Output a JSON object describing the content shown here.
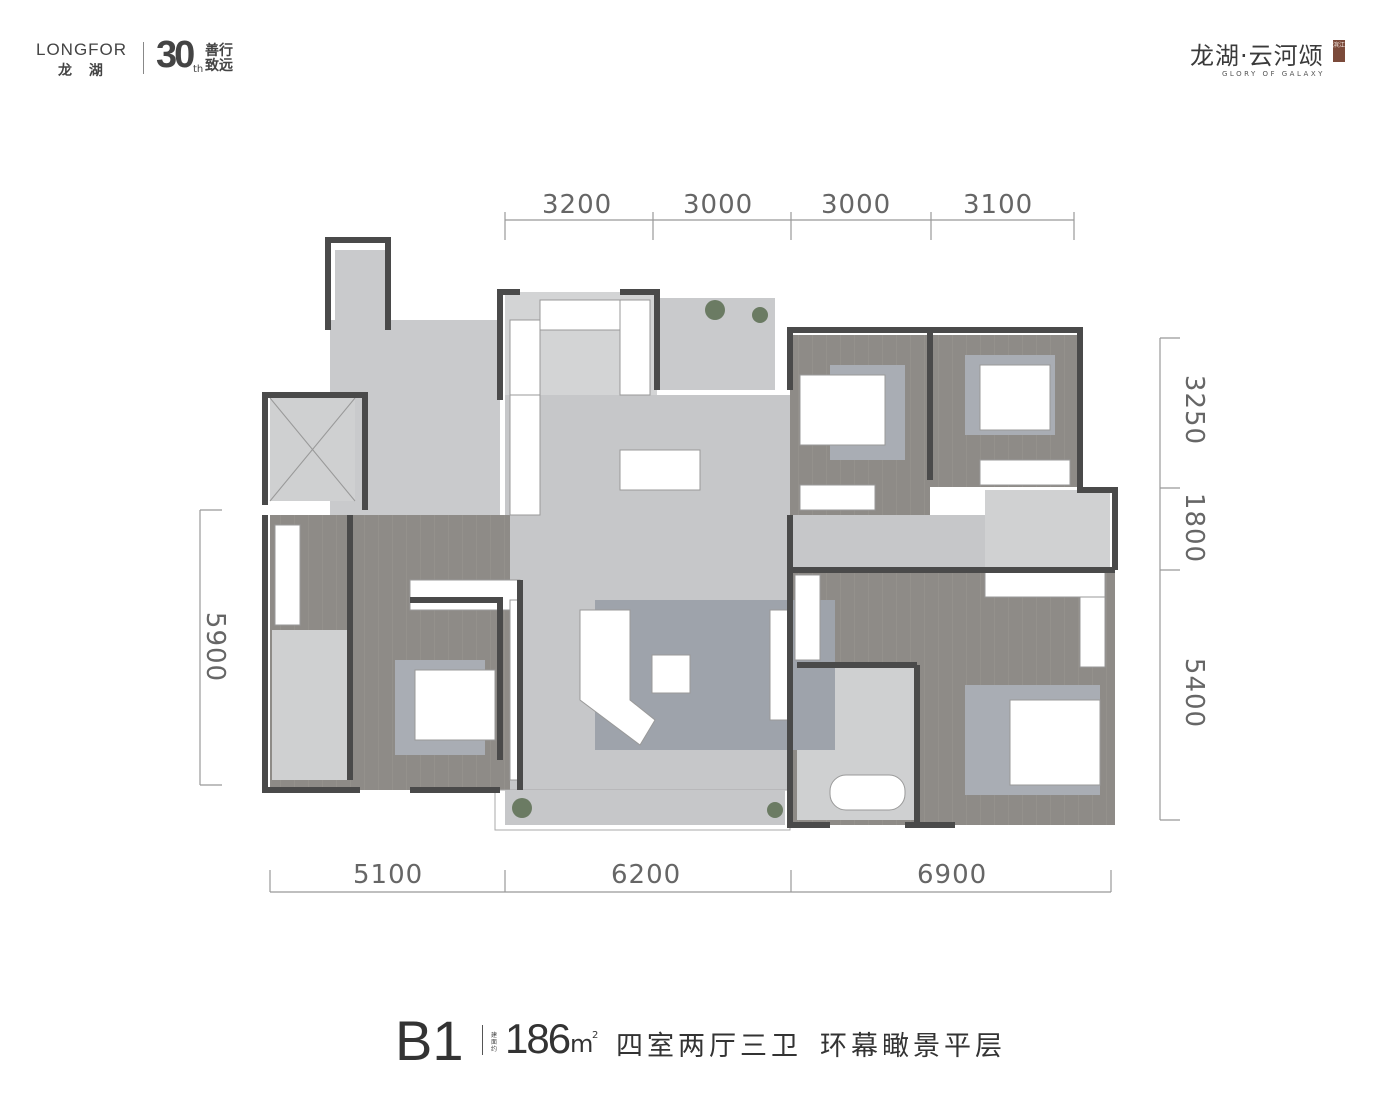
{
  "header": {
    "developer_logo_en": "LONGFOR",
    "developer_logo_cn": "龙 湖",
    "anniversary_number": "30",
    "anniversary_suffix": "th",
    "anniversary_slogan": "善行致远",
    "project_name_cn": "龙湖·云河颂",
    "project_seal": "滨江",
    "project_name_en": "GLORY OF GALAXY"
  },
  "dimensions": {
    "top": [
      "3200",
      "3000",
      "3000",
      "3100"
    ],
    "bottom": [
      "5100",
      "6200",
      "6900"
    ],
    "left": [
      "5900"
    ],
    "right": [
      "3250",
      "1800",
      "5400"
    ]
  },
  "unit_info": {
    "type": "B1",
    "area_label": "建面约",
    "area": "186",
    "area_unit": "m",
    "area_unit_sup": "2",
    "layout": "四室两厅三卫",
    "feature": "环幕瞰景平层"
  },
  "colors": {
    "wall": "#4a4a4a",
    "stone_floor": "#c9cacc",
    "wood_floor": "#8e8b87",
    "white_fixture": "#ffffff"
  }
}
